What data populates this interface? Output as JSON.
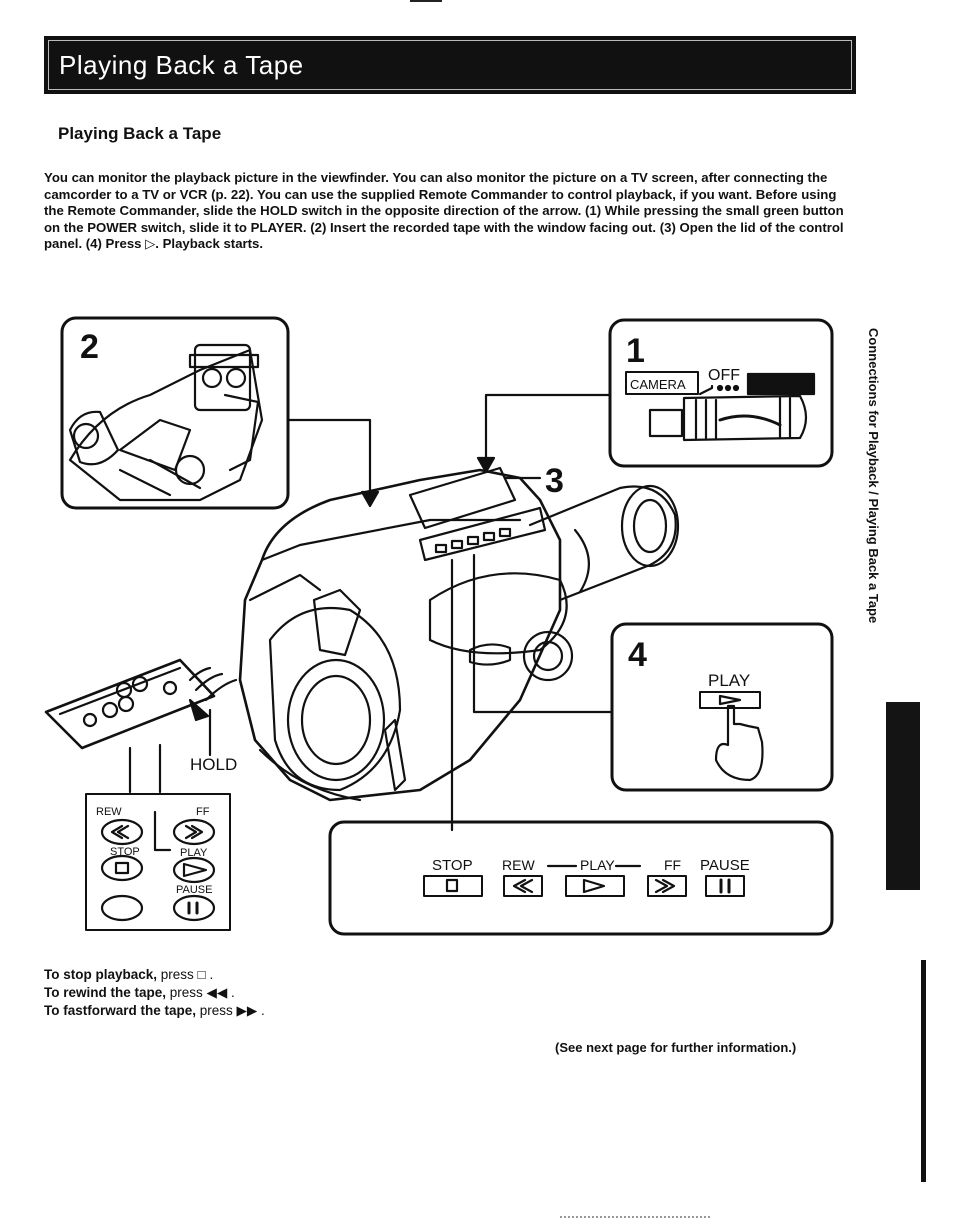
{
  "header": {
    "banner_title": "Playing Back a Tape"
  },
  "section": {
    "subtitle": "Playing Back a Tape",
    "intro": "You can monitor the playback picture in the viewfinder. You can also monitor the picture on a TV screen, after connecting the camcorder to a TV or VCR (p. 22). You can use the supplied Remote Commander to control playback, if you want. Before using the Remote Commander, slide the HOLD switch in the opposite direction of the arrow. (1) While pressing the small green button on the POWER switch, slide it to PLAYER. (2) Insert the recorded tape with the window facing out. (3) Open the lid of the control panel. (4) Press ▷. Playback starts."
  },
  "sidebar": {
    "label": "Connections for Playback / Playing Back a Tape"
  },
  "figure": {
    "step1": {
      "number": "1",
      "camera_label": "CAMERA",
      "off_label": "OFF"
    },
    "step2": {
      "number": "2"
    },
    "step3": {
      "number": "3"
    },
    "step4": {
      "number": "4",
      "play_label": "PLAY"
    },
    "remote": {
      "hold_label": "HOLD",
      "rew_label": "REW",
      "ff_label": "FF",
      "stop_label": "STOP",
      "play_label": "PLAY",
      "pause_label": "PAUSE"
    },
    "panel": {
      "stop_label": "STOP",
      "rew_label": "REW",
      "play_label": "PLAY",
      "ff_label": "FF",
      "pause_label": "PAUSE"
    }
  },
  "notes": {
    "stop_bold": "To stop playback,",
    "stop_rest": "press □ .",
    "rewind_bold": "To rewind the tape,",
    "rewind_rest": "press ◀◀ .",
    "ff_bold": "To fastforward the tape,",
    "ff_rest": "press ▶▶ .",
    "see_next": "(See next page for further information.)"
  }
}
